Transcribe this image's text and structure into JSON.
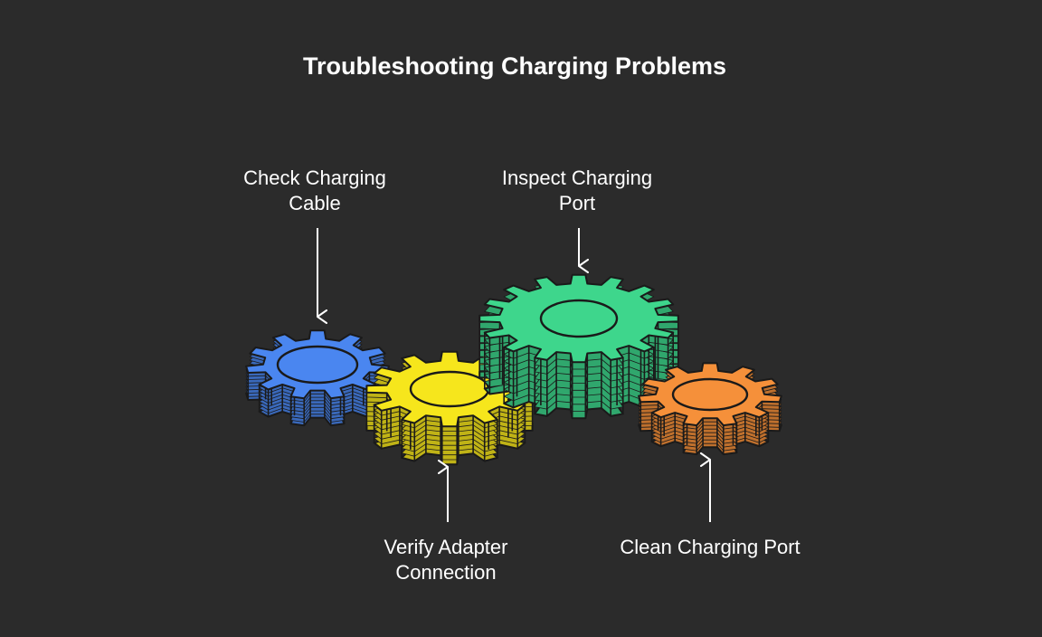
{
  "title": "Troubleshooting Charging Problems",
  "steps": [
    {
      "lines": [
        "Check Charging",
        "Cable"
      ],
      "color": "#4a86f0"
    },
    {
      "lines": [
        "Verify Adapter",
        "Connection"
      ],
      "color": "#3ed68c"
    },
    {
      "lines": [
        "Inspect Charging",
        "Port"
      ],
      "color": "#f6e61c"
    },
    {
      "lines": [
        "Clean Charging Port"
      ],
      "color": "#f5903a"
    }
  ],
  "colors": {
    "background": "#2b2b2b",
    "text": "#ffffff",
    "outline": "#1a1a1a"
  }
}
